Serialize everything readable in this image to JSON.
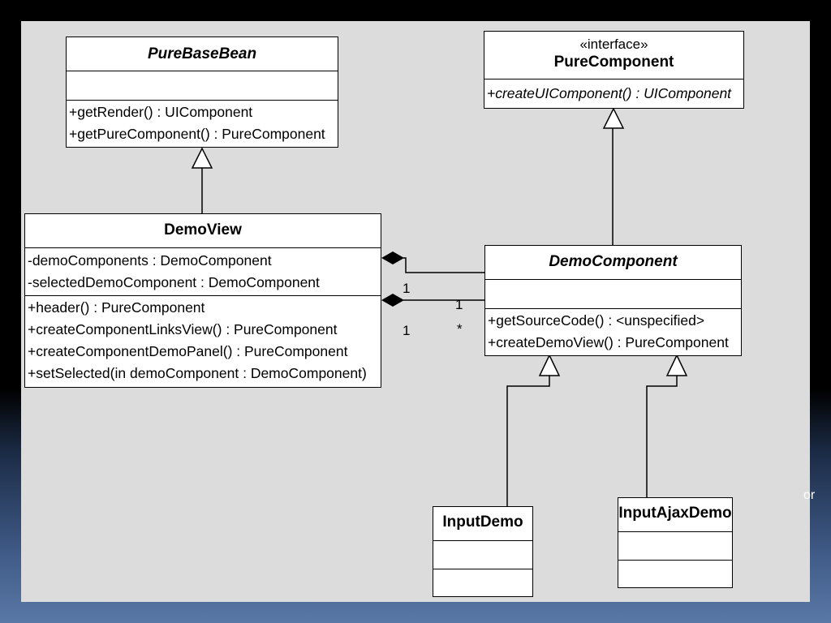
{
  "corner_text": "or",
  "classes": {
    "pure_base_bean": {
      "name": "PureBaseBean",
      "attributes": [],
      "operations": [
        "+getRender() : UIComponent",
        "+getPureComponent() : PureComponent"
      ]
    },
    "pure_component": {
      "stereotype": "«interface»",
      "name": "PureComponent",
      "operations": [
        "+createUIComponent() : UIComponent"
      ]
    },
    "demo_view": {
      "name": "DemoView",
      "attributes": [
        "-demoComponents : DemoComponent",
        "-selectedDemoComponent : DemoComponent"
      ],
      "operations": [
        "+header() : PureComponent",
        "+createComponentLinksView() : PureComponent",
        "+createComponentDemoPanel() : PureComponent",
        "+setSelected(in demoComponent : DemoComponent)"
      ]
    },
    "demo_component": {
      "name": "DemoComponent",
      "attributes": [],
      "operations": [
        "+getSourceCode() : <unspecified>",
        "+createDemoView() : PureComponent"
      ]
    },
    "input_demo": {
      "name": "InputDemo"
    },
    "input_ajax_demo": {
      "name": "InputAjaxDemo"
    }
  },
  "multiplicities": {
    "upper_demo_view": "1",
    "upper_demo_component": "1",
    "lower_demo_view": "1",
    "lower_demo_component": "*"
  }
}
